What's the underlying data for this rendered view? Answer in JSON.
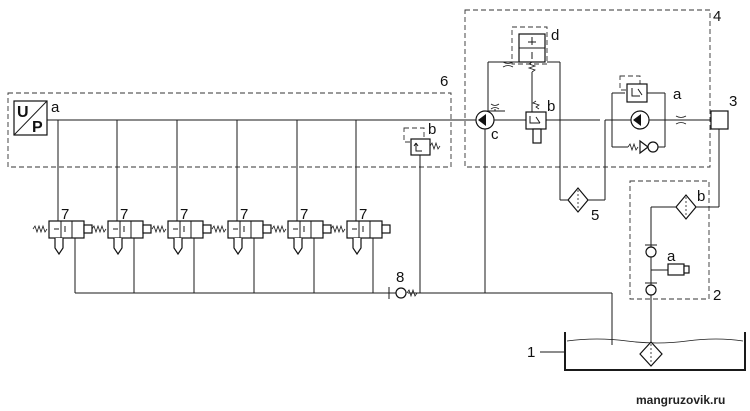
{
  "callouts": {
    "tank": "1",
    "feed_module": "2",
    "sensor": "3",
    "pump_module": "4",
    "filter": "5",
    "control_unit": "6",
    "injector": "7",
    "check_valve": "8"
  },
  "sub_labels": {
    "a": "a",
    "b": "b",
    "c": "c",
    "d": "d"
  },
  "control_symbol": {
    "top": "U",
    "bottom": "P"
  },
  "watermark": "mangruzovik.ru"
}
